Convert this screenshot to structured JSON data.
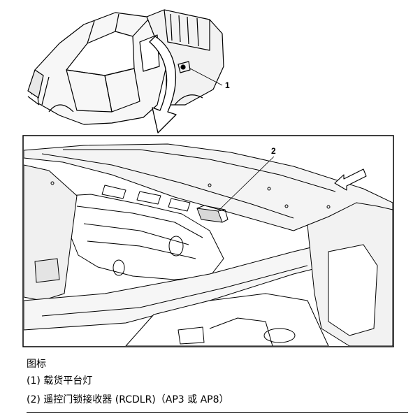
{
  "figure": {
    "callouts": [
      {
        "number": "1",
        "target": "bed-lamp"
      },
      {
        "number": "2",
        "target": "rcdlr-receiver"
      }
    ]
  },
  "legend": {
    "title": "图标",
    "items": [
      {
        "label": "(1) 载货平台灯"
      },
      {
        "label": "(2) 遥控门锁接收器 (RCDLR)（AP3 或 AP8）"
      }
    ]
  }
}
